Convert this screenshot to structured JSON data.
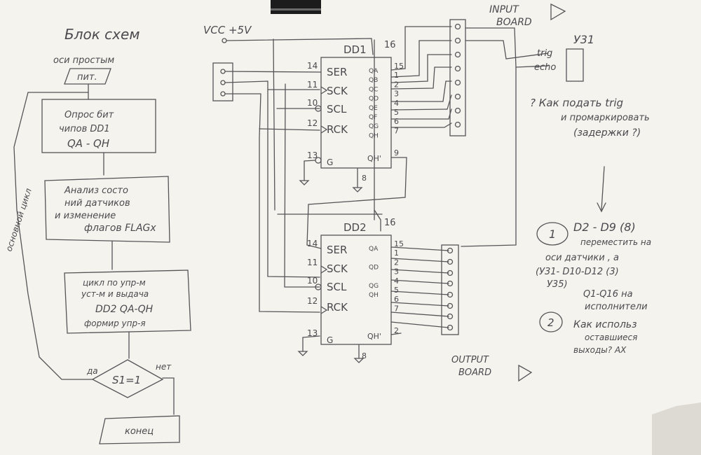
{
  "flowchart": {
    "title": "Блок схем",
    "subtitle": "оси простым",
    "start": "пит.",
    "step_read": [
      "Опрос бит",
      "чипов DD1",
      "QA - QH"
    ],
    "step_analyze": [
      "Анализ состо",
      "ний датчиков",
      "и изменение",
      "флагов FLAGх"
    ],
    "step_cycle": [
      "цикл по упр-м",
      "уст-м и выдача",
      "DD2 QA-QH",
      "формир упр-я"
    ],
    "decision": "S1=1",
    "yes": "да",
    "no": "нет",
    "end": "конец",
    "loop_label": "основной цикл"
  },
  "schematic": {
    "vcc": "VCC +5V",
    "input_board": [
      "INPUT",
      "BOARD"
    ],
    "output_board": [
      "OUTPUT",
      "BOARD"
    ],
    "sensor_name": "У31",
    "sensor_pins": [
      "trig",
      "echo"
    ],
    "dd1": {
      "name": "DD1",
      "left_pins": [
        {
          "num": "14",
          "name": "SER"
        },
        {
          "num": "11",
          "name": "SCK"
        },
        {
          "num": "10",
          "name": "SCL"
        },
        {
          "num": "12",
          "name": "RCK"
        },
        {
          "num": "13",
          "name": "G"
        }
      ],
      "right_pins": [
        {
          "num": "15",
          "name": "QA"
        },
        {
          "num": "1",
          "name": "QB"
        },
        {
          "num": "2",
          "name": "QC"
        },
        {
          "num": "3",
          "name": "QD"
        },
        {
          "num": "4",
          "name": "QE"
        },
        {
          "num": "5",
          "name": "QF"
        },
        {
          "num": "6",
          "name": "QG"
        },
        {
          "num": "7",
          "name": "QH"
        }
      ],
      "top_pin": "16",
      "qh_prime": {
        "name": "QH'",
        "num": "9"
      },
      "gnd_pin": "8"
    },
    "dd2": {
      "name": "DD2",
      "left_pins": [
        {
          "num": "14",
          "name": "SER"
        },
        {
          "num": "11",
          "name": "SCK"
        },
        {
          "num": "10",
          "name": "SCL"
        },
        {
          "num": "12",
          "name": "RCK"
        },
        {
          "num": "13",
          "name": "G"
        }
      ],
      "right_pins": [
        {
          "num": "15",
          "name": "QA"
        },
        {
          "num": "1",
          "name": ""
        },
        {
          "num": "2",
          "name": "QD"
        },
        {
          "num": "3",
          "name": ""
        },
        {
          "num": "4",
          "name": "QG"
        },
        {
          "num": "5",
          "name": "QH"
        },
        {
          "num": "6",
          "name": ""
        },
        {
          "num": "7",
          "name": ""
        }
      ],
      "top_pin": "16",
      "qh_prime": {
        "name": "QH'",
        "num": "2"
      },
      "gnd_pin": "8"
    }
  },
  "notes": {
    "question": [
      "? Как подать trig",
      "и промаркировать",
      "(задержки ?)"
    ],
    "item1_num": "1",
    "item1": [
      "D2 - D9  (8)",
      "переместить на",
      "оси   датчики  , а",
      "(У31-  D10-D12 (3)",
      "У35)",
      "Q1-Q16  на",
      "исполнители"
    ],
    "item2_num": "2",
    "item2": [
      "Как использ",
      "оставшиеся",
      "выходы?  АХ"
    ]
  }
}
